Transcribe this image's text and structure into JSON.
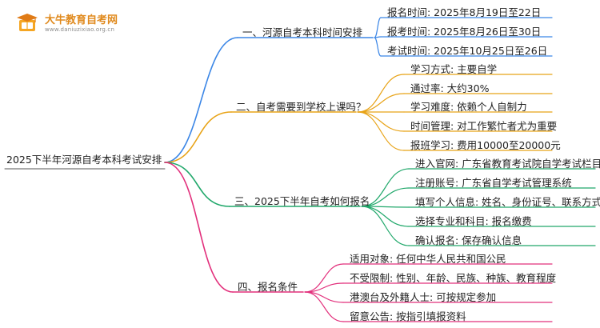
{
  "logo": {
    "title": "大牛教育自考网",
    "subtitle": "www.daniuzixiao.org.cn"
  },
  "root": {
    "label": "2025下半年河源自考本科考试安排"
  },
  "branches": [
    {
      "label": "一、河源自考本科时间安排",
      "color": "#3b86e6",
      "leaves": [
        "报名时间: 2025年8月19日至22日",
        "报考时间: 2025年8月26日至30日",
        "考试时间: 2025年10月25日至26日"
      ]
    },
    {
      "label": "二、自考需要到学校上课吗？",
      "color": "#e8a317",
      "leaves": [
        "学习方式: 主要自学",
        "通过率: 大约30%",
        "学习难度: 依赖个人自制力",
        "时间管理: 对工作繁忙者尤为重要",
        "报班学习: 费用10000至20000元"
      ]
    },
    {
      "label": "三、2025下半年自考如何报名",
      "color": "#21a86b",
      "leaves": [
        "进入官网: 广东省教育考试院自学考试栏目",
        "注册账号: 广东省自学考试管理系统",
        "填写个人信息: 姓名、身份证号、联系方式",
        "选择专业和科目: 报名缴费",
        "确认报名: 保存确认信息"
      ]
    },
    {
      "label": "四、报名条件",
      "color": "#e2307c",
      "leaves": [
        "适用对象: 任何中华人民共和国公民",
        "不受限制: 性别、年龄、民族、种族、教育程度",
        "港澳台及外籍人士: 可按规定参加",
        "留意公告: 按指引填报资料"
      ]
    }
  ]
}
